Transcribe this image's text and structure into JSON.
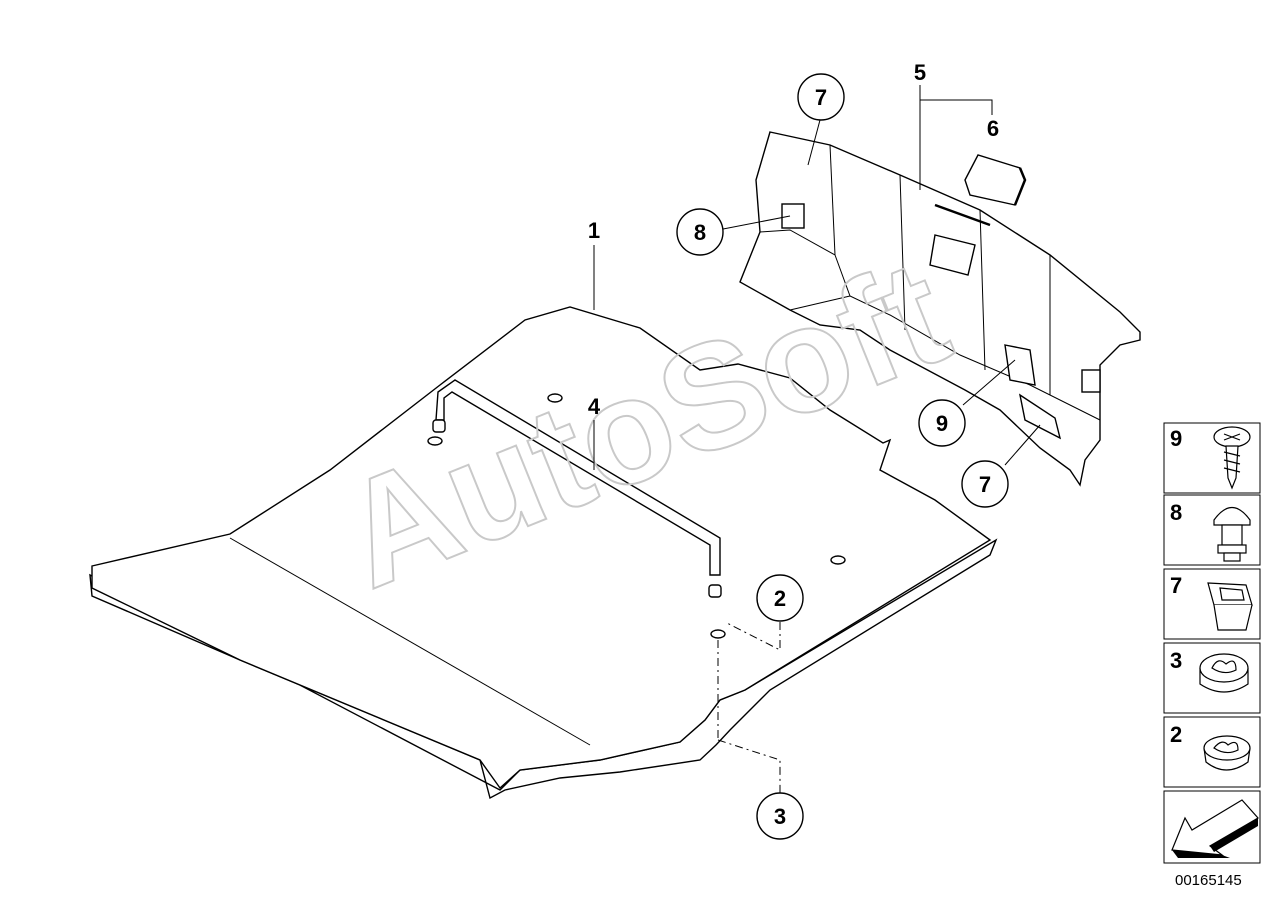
{
  "watermark": "AutoSoft",
  "drawing_number": "00165145",
  "callouts": {
    "c1": "1",
    "c4": "4",
    "c5": "5",
    "c6": "6",
    "c7a": "7",
    "c8": "8",
    "c9": "9",
    "c7b": "7",
    "c2": "2",
    "c3": "3"
  },
  "legend": [
    "9",
    "8",
    "7",
    "3",
    "2"
  ],
  "colors": {
    "line": "#000000",
    "watermark": "#c9c9c9",
    "background": "#ffffff"
  }
}
